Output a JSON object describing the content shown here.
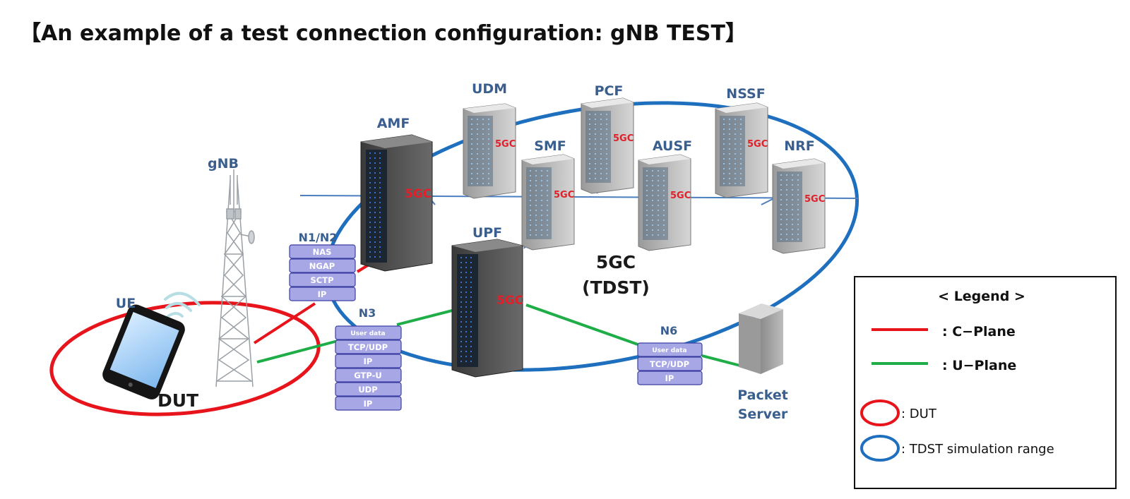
{
  "title": "【An example of a test connection configuration: gNB TEST】",
  "nodes": {
    "ue": "UE",
    "gnb": "gNB",
    "dut": "DUT",
    "amf": "AMF",
    "udm": "UDM",
    "pcf": "PCF",
    "smf": "SMF",
    "ausf": "AUSF",
    "nssf": "NSSF",
    "nrf": "NRF",
    "upf": "UPF",
    "packet_server": [
      "Packet",
      "Server"
    ],
    "core": [
      "5GC",
      "(TDST)"
    ]
  },
  "server_mark": "5GC",
  "interfaces": {
    "n1n2": "N1/N2",
    "n3": "N3",
    "n6": "N6"
  },
  "stacks": {
    "n1n2": [
      "NAS",
      "NGAP",
      "SCTP",
      "IP"
    ],
    "n3": [
      "User data",
      "TCP/UDP",
      "IP",
      "GTP-U",
      "UDP",
      "IP"
    ],
    "n6": [
      "User data",
      "TCP/UDP",
      "IP"
    ]
  },
  "legend": {
    "title": "< Legend >",
    "c_plane": ": C−Plane",
    "u_plane": ": U−Plane",
    "dut": ": DUT",
    "tdst": ": TDST simulation range"
  },
  "colors": {
    "c_plane": "#e8141c",
    "u_plane": "#1fad48",
    "tdst": "#1f6fbf",
    "proto_fill": "#a7a7e6",
    "label": "#3a5f8f"
  }
}
